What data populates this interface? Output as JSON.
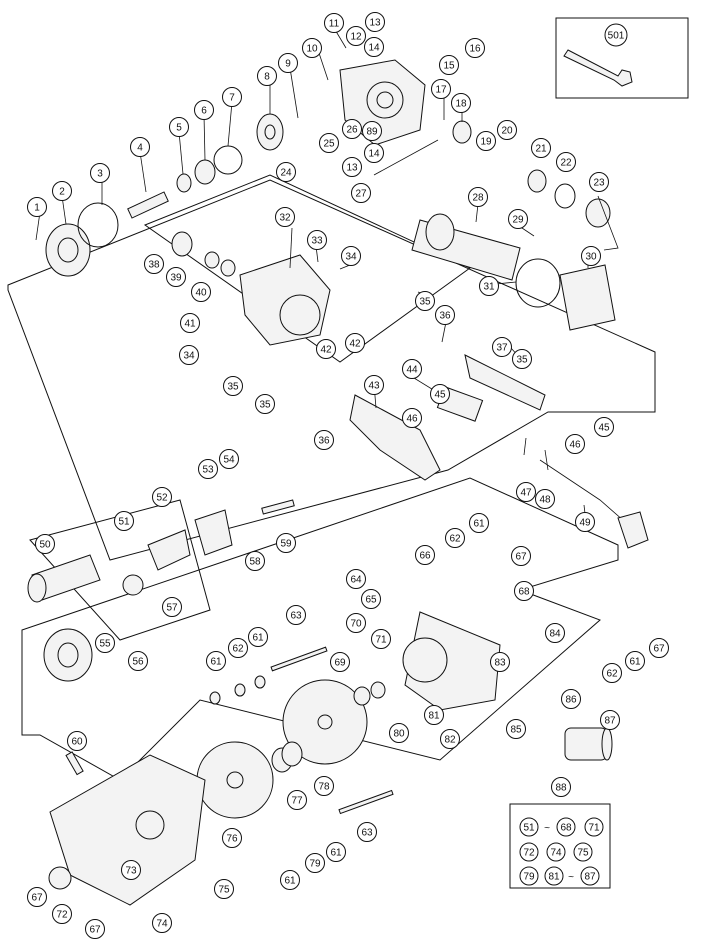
{
  "callouts": [
    {
      "label": "1"
    },
    {
      "label": "2"
    },
    {
      "label": "3"
    },
    {
      "label": "4"
    },
    {
      "label": "5"
    },
    {
      "label": "6"
    },
    {
      "label": "7"
    },
    {
      "label": "8"
    },
    {
      "label": "9"
    },
    {
      "label": "10"
    },
    {
      "label": "11"
    },
    {
      "label": "12"
    },
    {
      "label": "13"
    },
    {
      "label": "14"
    },
    {
      "label": "15"
    },
    {
      "label": "16"
    },
    {
      "label": "17"
    },
    {
      "label": "18"
    },
    {
      "label": "19"
    },
    {
      "label": "20"
    },
    {
      "label": "21"
    },
    {
      "label": "22"
    },
    {
      "label": "23"
    },
    {
      "label": "24"
    },
    {
      "label": "25"
    },
    {
      "label": "26"
    },
    {
      "label": "27"
    },
    {
      "label": "89"
    },
    {
      "label": "13"
    },
    {
      "label": "14"
    },
    {
      "label": "28"
    },
    {
      "label": "29"
    },
    {
      "label": "30"
    },
    {
      "label": "31"
    },
    {
      "label": "32"
    },
    {
      "label": "33"
    },
    {
      "label": "34"
    },
    {
      "label": "35"
    },
    {
      "label": "36"
    },
    {
      "label": "37"
    },
    {
      "label": "35"
    },
    {
      "label": "38"
    },
    {
      "label": "39"
    },
    {
      "label": "40"
    },
    {
      "label": "41"
    },
    {
      "label": "42"
    },
    {
      "label": "34"
    },
    {
      "label": "35"
    },
    {
      "label": "42"
    },
    {
      "label": "35"
    },
    {
      "label": "36"
    },
    {
      "label": "43"
    },
    {
      "label": "44"
    },
    {
      "label": "45"
    },
    {
      "label": "46"
    },
    {
      "label": "45"
    },
    {
      "label": "46"
    },
    {
      "label": "47"
    },
    {
      "label": "48"
    },
    {
      "label": "49"
    },
    {
      "label": "50"
    },
    {
      "label": "51"
    },
    {
      "label": "52"
    },
    {
      "label": "53"
    },
    {
      "label": "54"
    },
    {
      "label": "57"
    },
    {
      "label": "58"
    },
    {
      "label": "59"
    },
    {
      "label": "55"
    },
    {
      "label": "56"
    },
    {
      "label": "61"
    },
    {
      "label": "62"
    },
    {
      "label": "67"
    },
    {
      "label": "66"
    },
    {
      "label": "68"
    },
    {
      "label": "64"
    },
    {
      "label": "65"
    },
    {
      "label": "63"
    },
    {
      "label": "61"
    },
    {
      "label": "62"
    },
    {
      "label": "61"
    },
    {
      "label": "71"
    },
    {
      "label": "70"
    },
    {
      "label": "69"
    },
    {
      "label": "84"
    },
    {
      "label": "67"
    },
    {
      "label": "61"
    },
    {
      "label": "62"
    },
    {
      "label": "83"
    },
    {
      "label": "86"
    },
    {
      "label": "81"
    },
    {
      "label": "80"
    },
    {
      "label": "82"
    },
    {
      "label": "85"
    },
    {
      "label": "87"
    },
    {
      "label": "60"
    },
    {
      "label": "78"
    },
    {
      "label": "77"
    },
    {
      "label": "76"
    },
    {
      "label": "73"
    },
    {
      "label": "75"
    },
    {
      "label": "72"
    },
    {
      "label": "67"
    },
    {
      "label": "74"
    },
    {
      "label": "67"
    },
    {
      "label": "63"
    },
    {
      "label": "61"
    },
    {
      "label": "79"
    },
    {
      "label": "61"
    },
    {
      "label": "88"
    },
    {
      "label": "501"
    }
  ],
  "kit_box": {
    "rows": [
      [
        "51",
        "~",
        "68",
        "71"
      ],
      [
        "72",
        "74",
        "75"
      ],
      [
        "79",
        "81",
        "~",
        "87"
      ]
    ]
  }
}
